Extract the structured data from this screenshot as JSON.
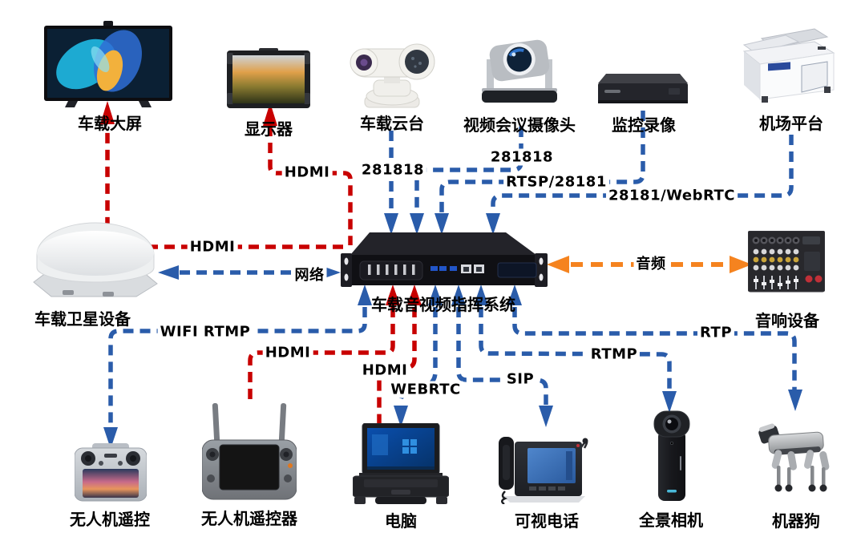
{
  "diagram": {
    "background": "#ffffff",
    "colors": {
      "video_link_red": "#c80000",
      "network_link_blue": "#2a5caa",
      "audio_link_orange": "#f5831f",
      "label_text": "#000000"
    },
    "hub": {
      "label": "车载音视频指挥系统"
    },
    "devices": {
      "tv": {
        "label": "车载大屏"
      },
      "monitor": {
        "label": "显示器"
      },
      "ptz": {
        "label": "车载云台"
      },
      "confcam": {
        "label": "视频会议摄像头"
      },
      "nvr": {
        "label": "监控录像"
      },
      "dock": {
        "label": "机场平台"
      },
      "satellite": {
        "label": "车载卫星设备"
      },
      "mixer": {
        "label": "音响设备"
      },
      "remote1": {
        "label": "无人机遥控"
      },
      "remote2": {
        "label": "无人机遥控器"
      },
      "laptop": {
        "label": "电脑"
      },
      "phone": {
        "label": "可视电话"
      },
      "panocam": {
        "label": "全景相机"
      },
      "robotdog": {
        "label": "机器狗"
      }
    },
    "links": {
      "monitor_hdmi": {
        "label": "HDMI"
      },
      "ptz_gb": {
        "label": "281818"
      },
      "confcam_gb": {
        "label": "281818"
      },
      "nvr_rtsp": {
        "label": "RTSP/28181"
      },
      "dock_gb": {
        "label": "28181/WebRTC"
      },
      "tv_hdmi": {
        "label": "HDMI"
      },
      "satellite_net": {
        "label": "网络"
      },
      "mixer_audio": {
        "label": "音频"
      },
      "remote1_wifi": {
        "label": "WIFI RTMP"
      },
      "remote2_hdmi": {
        "label": "HDMI"
      },
      "laptop_hdmi": {
        "label": "HDMI"
      },
      "laptop_webrtc": {
        "label": "WEBRTC"
      },
      "phone_sip": {
        "label": "SIP"
      },
      "pano_rtmp": {
        "label": "RTMP"
      },
      "dog_rtp": {
        "label": "RTP"
      }
    }
  }
}
